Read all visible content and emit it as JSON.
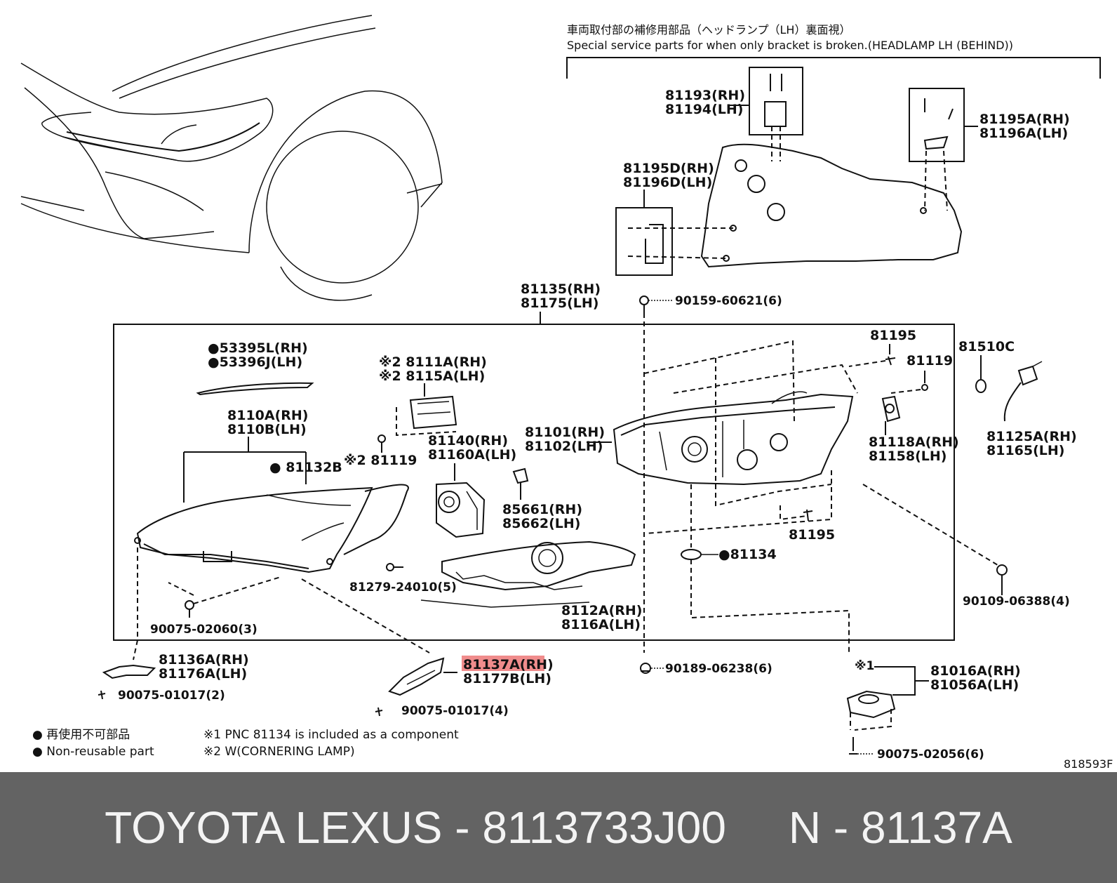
{
  "header": {
    "jp_title": "車両取付部の補修用部品（ヘッドランプ（LH）裏面視）",
    "en_title": "Special service parts for when only bracket is broken.(HEADLAMP LH (BEHIND))"
  },
  "parts": {
    "p81193": "81193(RH)",
    "p81194": "81194(LH)",
    "p81195a": "81195A(RH)",
    "p81196a": "81196A(LH)",
    "p81195d": "81195D(RH)",
    "p81196d": "81196D(LH)",
    "p81135": "81135(RH)",
    "p81175": "81175(LH)",
    "p90159": "90159-60621(6)",
    "p53395": "●53395L(RH)",
    "p53396": "●53396J(LH)",
    "p8111a": "※2 8111A(RH)",
    "p8115a": "※2 8115A(LH)",
    "p81195_top": "81195",
    "p81119_top": "81119",
    "p81510c": "81510C",
    "p8110a": "8110A(RH)",
    "p8110b": "8110B(LH)",
    "p81132b": "● 81132B",
    "p81119_mid": "※2 81119",
    "p81140": "81140(RH)",
    "p81160a": "81160A(LH)",
    "p81101": "81101(RH)",
    "p81102": "81102(LH)",
    "p81118a": "81118A(RH)",
    "p81158": "81158(LH)",
    "p81125a": "81125A(RH)",
    "p81165": "81165(LH)",
    "p85661": "85661(RH)",
    "p85662": "85662(LH)",
    "p81195_mid": "81195",
    "p81134": "●81134",
    "p81279": "81279-24010(5)",
    "p90109": "90109-06388(4)",
    "p90075_02060": "90075-02060(3)",
    "p8112a": "8112A(RH)",
    "p8116a": "8116A(LH)",
    "p81136a": "81136A(RH)",
    "p81176a": "81176A(LH)",
    "p81137a": "81137A(RH)",
    "p81177b": "81177B(LH)",
    "p90189": "90189-06238(6)",
    "note1_mark": "※1",
    "p81016a": "81016A(RH)",
    "p81056a": "81056A(LH)",
    "p90075_01017a": "90075-01017(2)",
    "p90075_01017b": "90075-01017(4)",
    "p90075_02056": "90075-02056(6)"
  },
  "legend": {
    "jp_nonreusable": "● 再使用不可部品",
    "en_nonreusable": "● Non-reusable part",
    "note1": "※1 PNC 81134 is included as a component",
    "note2": "※2 W(CORNERING LAMP)"
  },
  "figure_code": "818593F",
  "footer": {
    "text": "TOYOTA LEXUS - 8113733J00     N - 81137A"
  },
  "colors": {
    "highlight": "#f08c8c",
    "footer_bg": "#636363",
    "footer_text": "#f4f4f4"
  }
}
